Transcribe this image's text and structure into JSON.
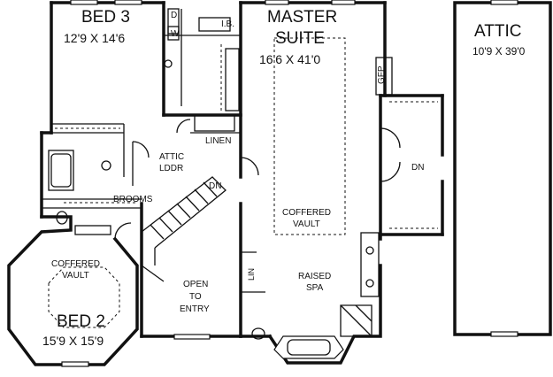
{
  "plan": {
    "bed3": {
      "name": "BED 3",
      "size": "12'9 X 14'6"
    },
    "master": {
      "name1": "MASTER",
      "name2": "SUITE",
      "size": "16'6 X 41'0"
    },
    "attic": {
      "name": "ATTIC",
      "size": "10'9 X 39'0"
    },
    "bed2": {
      "name": "BED 2",
      "size": "15'9 X 15'9"
    },
    "labels": {
      "d": "D",
      "w": "W",
      "ib": "I.B.",
      "gfp": "GFP",
      "linen": "LINEN",
      "attic_ladder_1": "ATTIC",
      "attic_ladder_2": "LDDR",
      "dn_stair": "DN",
      "dn_attic": "DN",
      "brooms": "BROOMS",
      "coffered_master_1": "COFFERED",
      "coffered_master_2": "VAULT",
      "coffered_bed2_1": "COFFERED",
      "coffered_bed2_2": "VAULT",
      "open_1": "OPEN",
      "open_2": "TO",
      "open_3": "ENTRY",
      "lin": "LIN",
      "spa_1": "RAISED",
      "spa_2": "SPA"
    }
  }
}
